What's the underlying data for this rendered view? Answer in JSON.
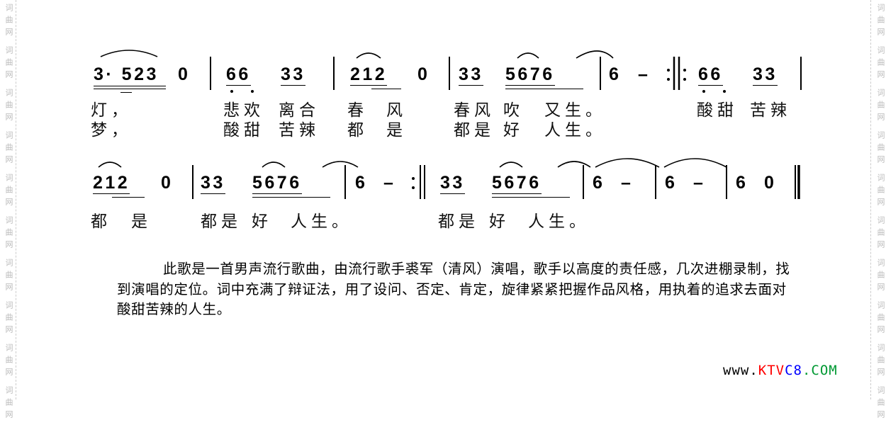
{
  "watermark": "词曲网",
  "score": {
    "row1": {
      "m1": [
        "3· 523",
        "0"
      ],
      "m2": [
        "66",
        "33"
      ],
      "m3": [
        "212",
        "0"
      ],
      "m4": [
        "33",
        "5676"
      ],
      "m5": [
        "6",
        "–"
      ],
      "repeat": ":‖:",
      "m6": [
        "66",
        "33"
      ]
    },
    "row2": {
      "m1": [
        "212",
        "0"
      ],
      "m2": [
        "33",
        "5676"
      ],
      "m3": [
        "6",
        "–"
      ],
      "repeat_end": ":",
      "m4": [
        "33",
        "5676"
      ],
      "m5": [
        "6",
        "–"
      ],
      "m6": [
        "6",
        "–"
      ],
      "m7": [
        "6",
        "0"
      ]
    }
  },
  "lyrics": {
    "row1_verse1": [
      "灯，",
      "悲欢",
      "离合",
      "春",
      "风",
      "春风",
      "吹",
      "又生。",
      "酸甜",
      "苦辣"
    ],
    "row1_verse2": [
      "梦，",
      "酸甜",
      "苦辣",
      "都",
      "是",
      "都是",
      "好",
      "人生。"
    ],
    "row2": [
      "都",
      "是",
      "都是",
      "好",
      "人生。",
      "都是",
      "好",
      "人生。"
    ]
  },
  "description": "此歌是一首男声流行歌曲，由流行歌手裘军（清风）演唱，歌手以高度的责任感，几次进棚录制，找到演唱的定位。词中充满了辩证法，用了设问、否定、肯定，旋律紧紧把握作品风格，用执着的追求去面对酸甜苦辣的人生。",
  "logo": {
    "www": "www.",
    "ktv": "KTV",
    "c8": "C8",
    "com": ".COM"
  },
  "colors": {
    "www": "#000000",
    "ktv": "#ff0000",
    "c8": "#0000ff",
    "com": "#009933"
  }
}
